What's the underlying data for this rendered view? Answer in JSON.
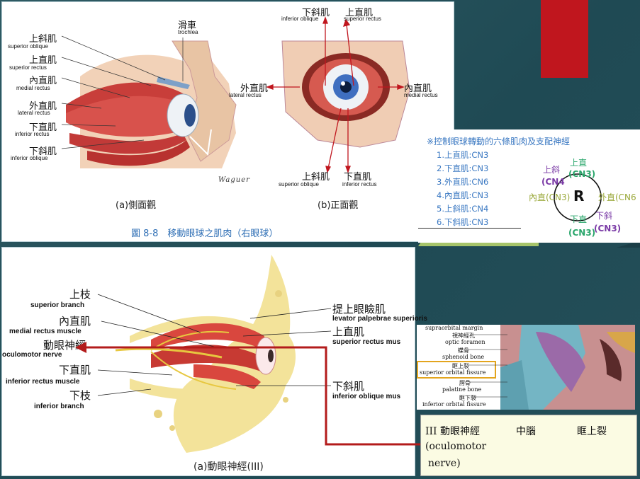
{
  "top_figure": {
    "lateral_labels": [
      {
        "cn": "上斜肌",
        "en": "superior oblique"
      },
      {
        "cn": "上直肌",
        "en": "superior rectus"
      },
      {
        "cn": "內直肌",
        "en": "medial rectus"
      },
      {
        "cn": "外直肌",
        "en": "lateral rectus"
      },
      {
        "cn": "下直肌",
        "en": "inferior rectus"
      },
      {
        "cn": "下斜肌",
        "en": "inferior oblique"
      }
    ],
    "trochlea": {
      "cn": "滑車",
      "en": "trochlea"
    },
    "front_labels": {
      "inf_oblique_top": {
        "cn": "下斜肌",
        "en": "inferior oblique"
      },
      "sup_rectus_top": {
        "cn": "上直肌",
        "en": "superior rectus"
      },
      "lateral": {
        "cn": "外直肌",
        "en": "lateral rectus"
      },
      "medial": {
        "cn": "內直肌",
        "en": "medial rectus"
      },
      "sup_oblique_bottom": {
        "cn": "上斜肌",
        "en": "superior oblique"
      },
      "inf_rectus_bottom": {
        "cn": "下直肌",
        "en": "inferior rectus"
      }
    },
    "signature": "Waguer",
    "caption_a": "(a)側面觀",
    "caption_b": "(b)正面觀",
    "figure_title": "圖 8-8　移動眼球之肌肉（右眼球）"
  },
  "summary_box": {
    "title": "※控制眼球轉動的六條肌肉及支配神經",
    "items": [
      "1.上直肌:CN3",
      "2.下直肌:CN3",
      "3.外直肌:CN6",
      "4.內直肌:CN3",
      "5.上斜肌:CN4",
      "6.下斜肌:CN3"
    ],
    "diagram": {
      "center": "R",
      "sup_oblique": "上斜",
      "sup_oblique_cn": "(CN4",
      "sup_rectus": "上直",
      "sup_rectus_cn": "(CN3)",
      "medial": "內直(CN3)",
      "lateral": "外直(CN6",
      "inf_rectus": "下直",
      "inf_rectus_cn": "(CN3)",
      "inf_oblique": "下斜",
      "inf_oblique_cn": "(CN3)"
    }
  },
  "bottom_figure": {
    "labels_left": [
      {
        "cn": "上枝",
        "en": "superior branch"
      },
      {
        "cn": "內直肌",
        "en": "medial rectus muscle"
      },
      {
        "cn": "動眼神經",
        "en": "oculomotor nerve"
      },
      {
        "cn": "下直肌",
        "en": "inferior rectus muscle"
      },
      {
        "cn": "下枝",
        "en": "inferior branch"
      }
    ],
    "labels_right": [
      {
        "cn": "提上眼瞼肌",
        "en": "levator palpebrae superioris"
      },
      {
        "cn": "上直肌",
        "en": "superior rectus mus"
      },
      {
        "cn": "下斜肌",
        "en": "inferior oblique mus"
      }
    ],
    "caption": "(a)動眼神經(III)"
  },
  "skull": {
    "labels": [
      "supraorbital margin",
      "視神經孔",
      "optic foramen",
      "蝶骨",
      "sphenoid bone",
      "眶上裂",
      "superior orbital fissure",
      "腭骨",
      "palatine bone",
      "眶下裂",
      "inferior orbital fissure"
    ]
  },
  "nerve_table": {
    "col1_line1": "III 動眼神經",
    "col1_line2": "(oculomotor",
    "col1_line3": "nerve)",
    "col2": "中腦",
    "col3": "眶上裂"
  },
  "colors": {
    "accent_red": "#b5121b",
    "arrow_red": "#b31b1b",
    "list_blue": "#3a78c2",
    "cn3_green": "#2aa66b",
    "cn4_purple": "#7a3aa6",
    "lateral_olive": "#9aa83a"
  }
}
